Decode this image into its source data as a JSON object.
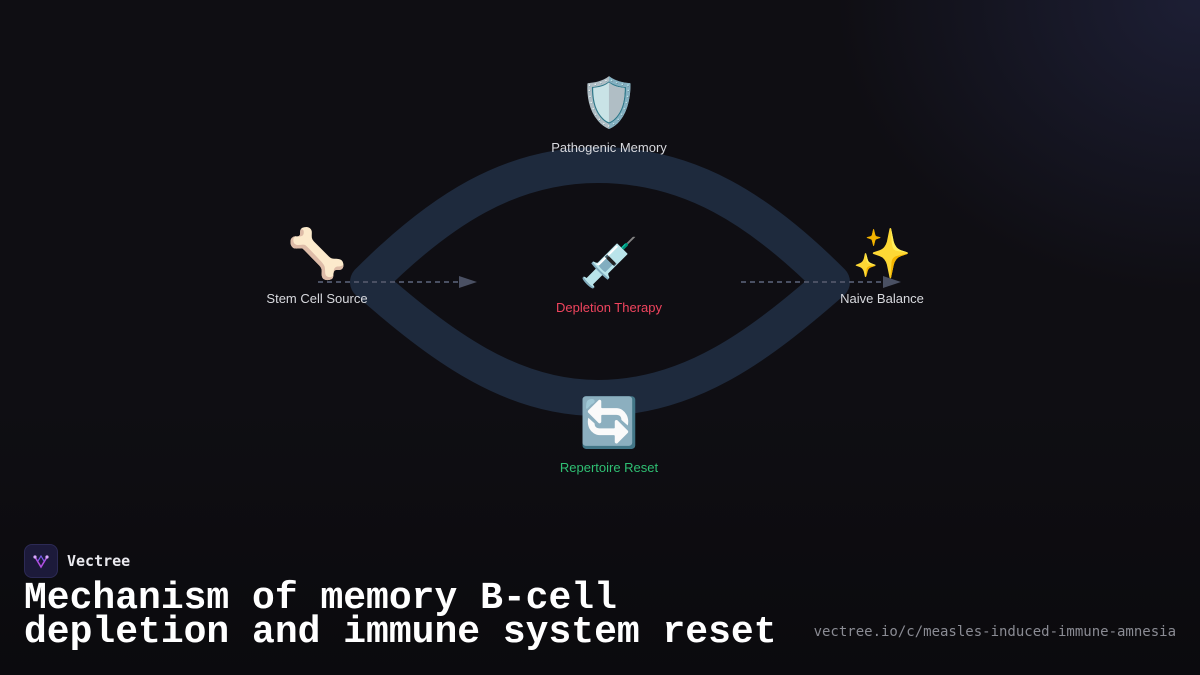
{
  "nodes": {
    "pathogenic_memory": {
      "icon": "🛡️",
      "label": "Pathogenic Memory",
      "color": "#d8d9de"
    },
    "stem_cell_source": {
      "icon": "🦴",
      "label": "Stem Cell Source",
      "color": "#d8d9de"
    },
    "depletion_therapy": {
      "icon": "💉",
      "label": "Depletion Therapy",
      "color": "#f0445e"
    },
    "naive_balance": {
      "icon": "✨",
      "label": "Naive Balance",
      "color": "#d8d9de"
    },
    "repertoire_reset": {
      "icon": "🔄",
      "label": "Repertoire Reset",
      "color": "#2fbf73"
    }
  },
  "brand": {
    "name": "Vectree",
    "logo_icon": "vectree-logo-icon"
  },
  "title": "Mechanism of memory B-cell depletion and immune system reset",
  "url": "vectree.io/c/measles-induced-immune-amnesia",
  "colors": {
    "background": "#0f0e13",
    "ring": "#1e2a3d",
    "arrow": "#4a5063"
  }
}
